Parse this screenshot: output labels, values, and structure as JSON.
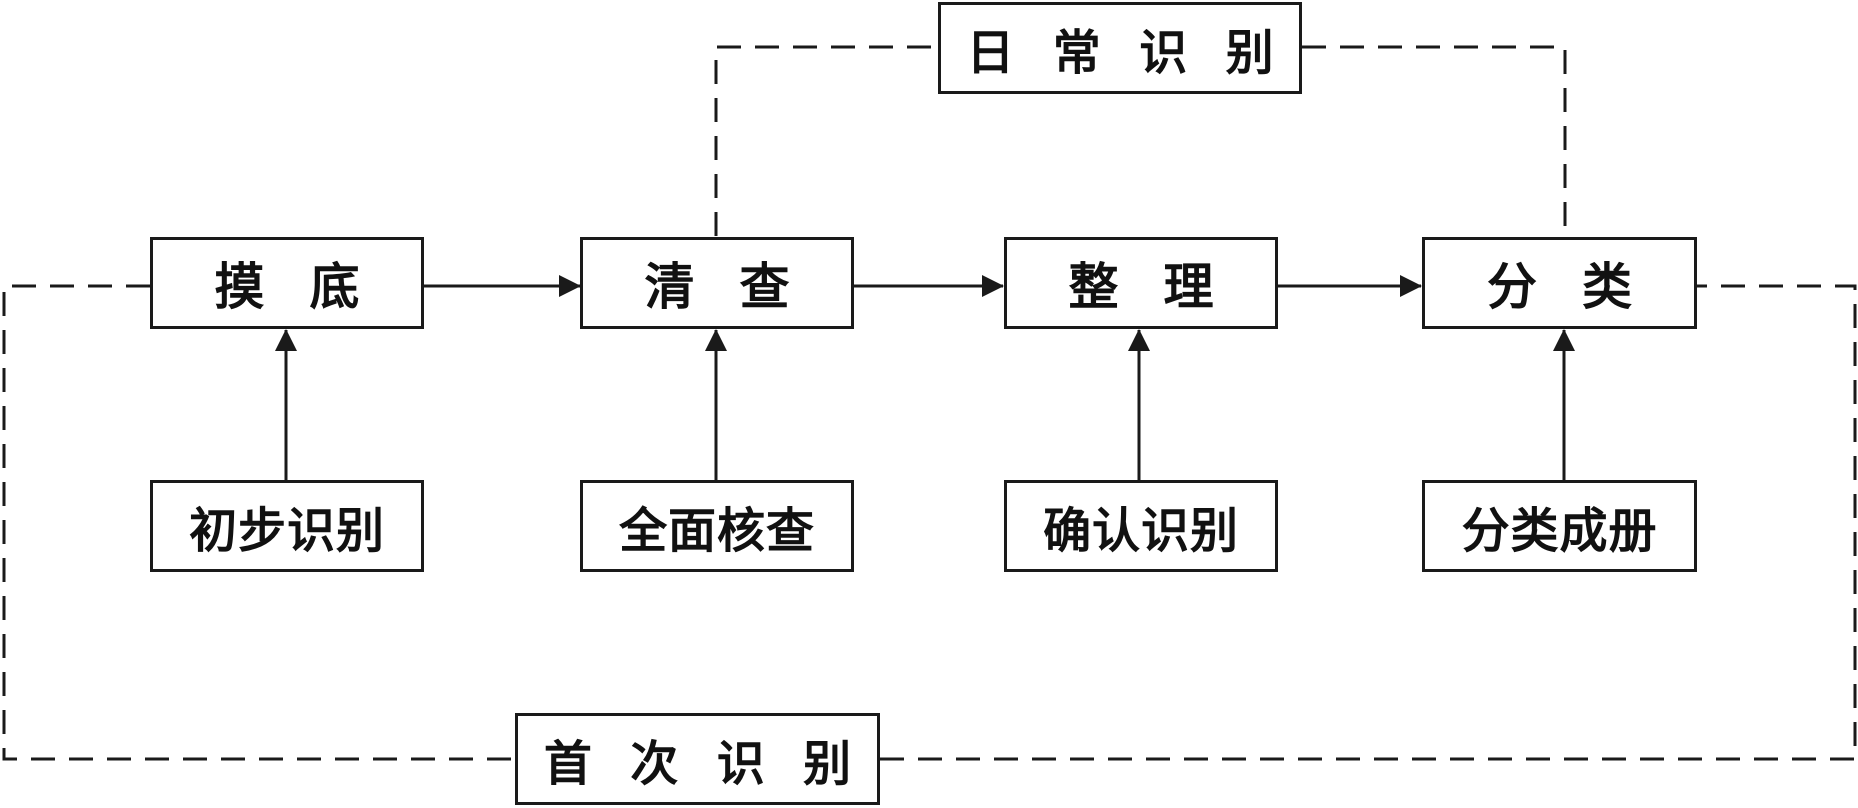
{
  "process": {
    "step1": "摸底",
    "step2": "清查",
    "step3": "整理",
    "step4": "分类"
  },
  "sub": {
    "step1": "初步识别",
    "step2": "全面核查",
    "step3": "确认识别",
    "step4": "分类成册"
  },
  "loops": {
    "daily": "日常识别",
    "first": "首次识别"
  },
  "colors": {
    "line": "#1a1a1a"
  }
}
